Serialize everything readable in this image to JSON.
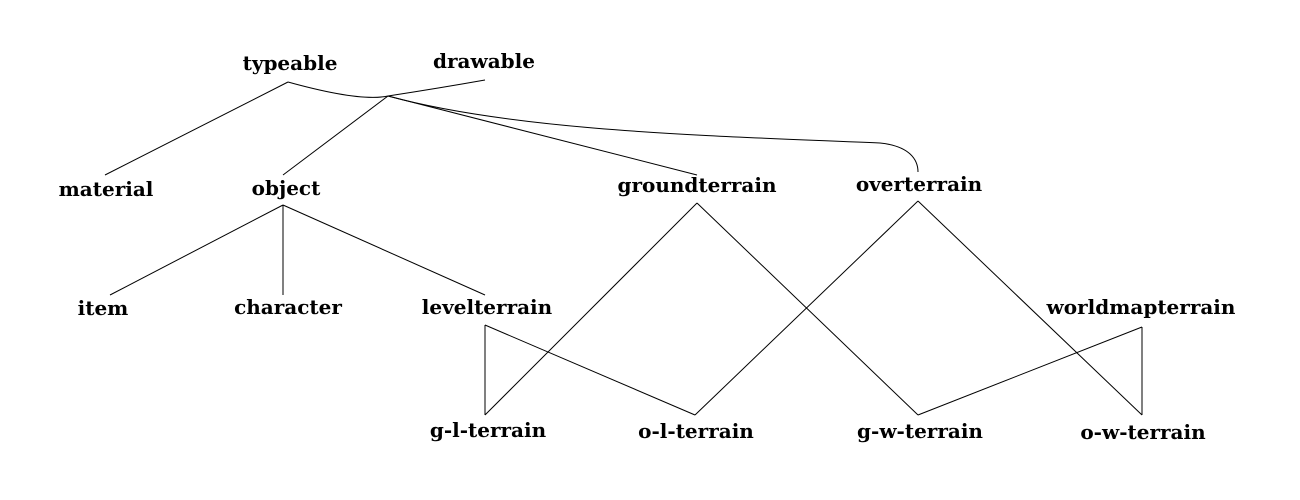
{
  "nodes": {
    "typeable": "typeable",
    "drawable": "drawable",
    "material": "material",
    "object": "object",
    "groundterrain": "groundterrain",
    "overterrain": "overterrain",
    "item": "item",
    "character": "character",
    "levelterrain": "levelterrain",
    "worldmapterrain": "worldmapterrain",
    "g_l_terrain": "g-l-terrain",
    "o_l_terrain": "o-l-terrain",
    "g_w_terrain": "g-w-terrain",
    "o_w_terrain": "o-w-terrain"
  },
  "edges": [
    {
      "from": "typeable",
      "to": "material"
    },
    {
      "from": "typeable",
      "to": "groundterrain"
    },
    {
      "from": "typeable",
      "to": "overterrain"
    },
    {
      "from": "drawable",
      "to": "object"
    },
    {
      "from": "object",
      "to": "item"
    },
    {
      "from": "object",
      "to": "character"
    },
    {
      "from": "object",
      "to": "levelterrain"
    },
    {
      "from": "groundterrain",
      "to": "g-l-terrain"
    },
    {
      "from": "groundterrain",
      "to": "g-w-terrain"
    },
    {
      "from": "overterrain",
      "to": "o-l-terrain"
    },
    {
      "from": "overterrain",
      "to": "o-w-terrain"
    },
    {
      "from": "levelterrain",
      "to": "g-l-terrain"
    },
    {
      "from": "levelterrain",
      "to": "o-l-terrain"
    },
    {
      "from": "worldmapterrain",
      "to": "g-w-terrain"
    },
    {
      "from": "worldmapterrain",
      "to": "o-w-terrain"
    }
  ],
  "colors": {
    "background": "#ffffff",
    "ink": "#000000"
  }
}
